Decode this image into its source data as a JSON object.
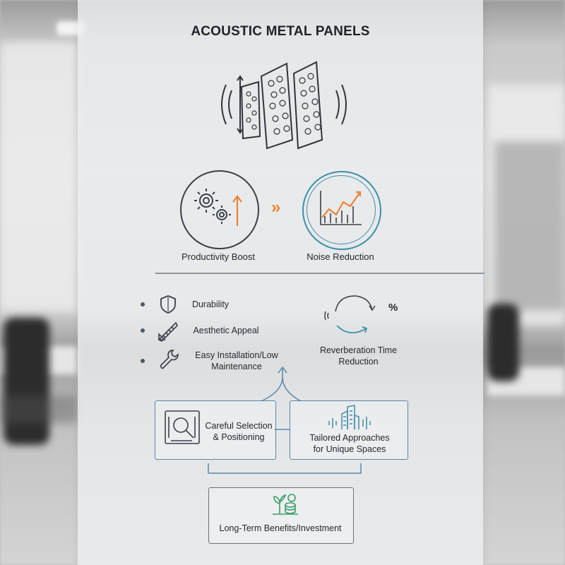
{
  "title": "ACOUSTIC METAL PANELS",
  "top_row": {
    "left_label": "Productivity Boost",
    "right_label": "Noise Reduction",
    "arrow_glyph": "»"
  },
  "features": [
    {
      "label": "Durability",
      "icon": "shield-icon"
    },
    {
      "label": "Aesthetic Appeal",
      "icon": "ruler-pencil-icon"
    },
    {
      "label": "Easy Installation/Low\nMaintenance",
      "icon": "wrench-icon"
    }
  ],
  "reverb": {
    "label": "Reverberation Time\nReduction",
    "percent": "%",
    "icon": "cycle-arrows-icon"
  },
  "boxes": {
    "left": "Careful Selection\n& Positioning",
    "right": "Tailored Approaches\nfor Unique Spaces",
    "bottom": "Long-Term Benefits/Investment"
  },
  "colors": {
    "accent_orange": "#e8843a",
    "accent_teal": "#3f8fa8",
    "accent_green": "#3a9e6a",
    "line_dark": "#3a4148"
  }
}
